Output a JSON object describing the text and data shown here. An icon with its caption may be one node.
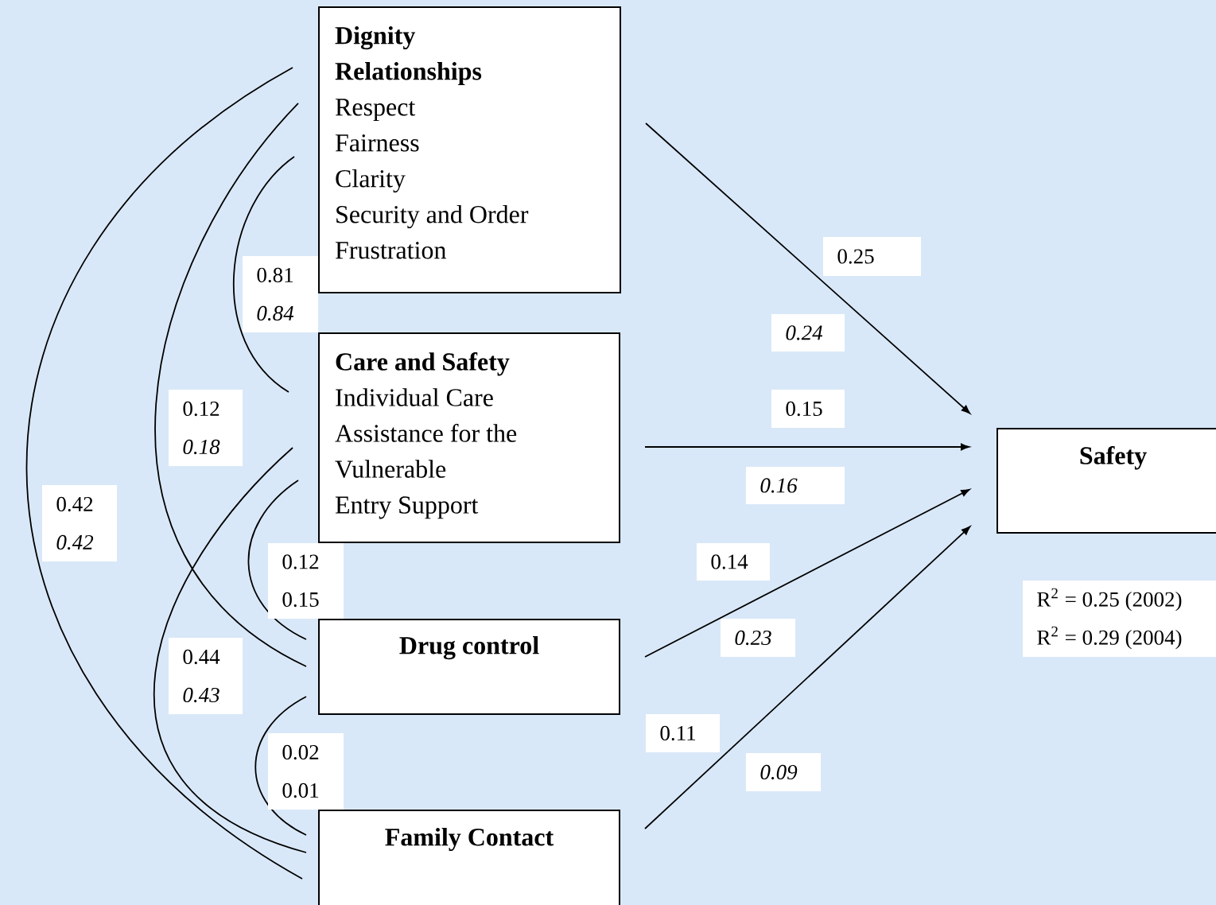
{
  "diagram": {
    "nodes": [
      {
        "text": [
          "Dignity",
          "Relationships",
          "Respect",
          "Fairness",
          "Clarity",
          "Security and Order",
          "Frustration"
        ]
      },
      {
        "text": [
          "Care and Safety",
          "Individual Care",
          "Assistance for the Vulnerable",
          "Entry Support"
        ]
      },
      {
        "text": [
          "Drug control"
        ]
      },
      {
        "text": [
          "Family Contact"
        ]
      },
      {
        "text": [
          "Safety"
        ]
      }
    ],
    "edges": [
      {
        "from": 0,
        "to": 4,
        "arrow": "to"
      },
      {
        "from": 1,
        "to": 4,
        "arrow": "to"
      },
      {
        "from": 2,
        "to": 4,
        "arrow": "to"
      },
      {
        "from": 3,
        "to": 4,
        "arrow": "to"
      },
      {
        "from": 0,
        "to": 1,
        "arrow": "none"
      },
      {
        "from": 0,
        "to": 2,
        "arrow": "none"
      },
      {
        "from": 0,
        "to": 3,
        "arrow": "none"
      },
      {
        "from": 1,
        "to": 2,
        "arrow": "none"
      },
      {
        "from": 1,
        "to": 3,
        "arrow": "none"
      },
      {
        "from": 2,
        "to": 3,
        "arrow": "none"
      }
    ],
    "labels": [
      "0.25",
      "0.81",
      "0.84",
      "0.24",
      "0.12",
      "0.15",
      "0.18",
      "0.16",
      "0.42",
      "0.42",
      "0.14",
      "0.12",
      "0.15",
      "R$^{2}$ = 0.25 (2002)",
      "R$^{2}$ = 0.29 (2004)",
      "0.23",
      "0.44",
      "0.43",
      "0.11",
      "0.02",
      "0.01",
      "0.09"
    ]
  }
}
